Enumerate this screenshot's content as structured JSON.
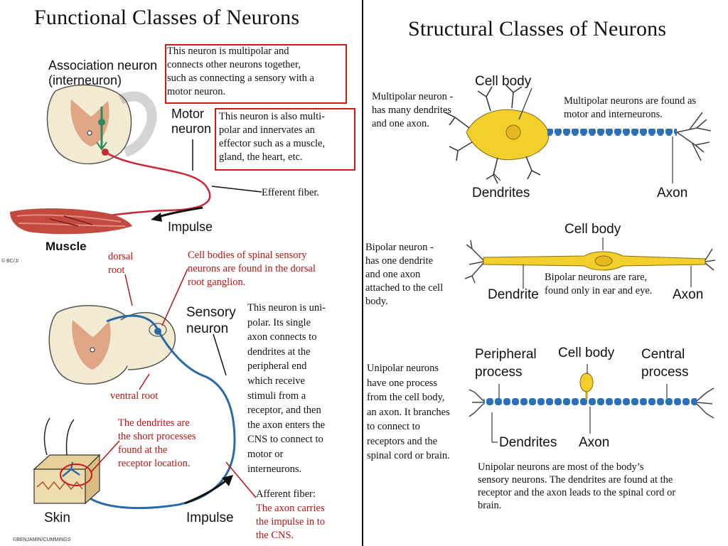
{
  "left": {
    "title": "Functional Classes of Neurons",
    "association_label": "Association neuron\n(interneuron)",
    "association_note": "This neuron is multipolar and\nconnects other neurons together,\nsuch as connecting a sensory with a\nmotor neuron.",
    "motor_label": "Motor\nneuron",
    "motor_note": "This neuron is also multi-\npolar and innervates an\neffector such as a muscle,\ngland, the heart, etc.",
    "efferent_label": "Efferent fiber.",
    "impulse_top": "Impulse",
    "muscle_label": "Muscle",
    "copyright_small": "© BC/J/",
    "dorsal_root": "dorsal\nroot",
    "cell_bodies_note": "Cell bodies of spinal sensory\nneurons are found in the dorsal\nroot ganglion.",
    "sensory_label": "Sensory\nneuron",
    "sensory_note": "This neuron is uni-\npolar.  Its single\naxon connects to\ndendrites at the\nperipheral end\nwhich receive\nstimuli from a\nreceptor, and then\nthe axon enters the\nCNS to connect to\nmotor or\ninterneurons.",
    "ventral_root": "ventral root",
    "dendrites_note": "The dendrites are\nthe short processes\nfound at the\nreceptor location.",
    "skin_label": "Skin",
    "impulse_bottom": "Impulse",
    "afferent_title": "Afferent fiber:",
    "afferent_note": "The axon carries\nthe impulse in to\nthe CNS.",
    "copyright_bottom": "©BENJAMIN/CUMMINGS"
  },
  "right": {
    "title": "Structural Classes of Neurons",
    "multipolar": {
      "cell_body": "Cell body",
      "desc": "Multipolar neuron -\nhas many dendrites\nand one axon.",
      "note": "Multipolar neurons are found as\nmotor and interneurons.",
      "dendrites": "Dendrites",
      "axon": "Axon"
    },
    "bipolar": {
      "cell_body": "Cell body",
      "desc": "Bipolar neuron -\nhas one dendrite\nand one axon\nattached to the cell\nbody.",
      "note": "Bipolar neurons are rare,\nfound only in ear and eye.",
      "dendrite": "Dendrite",
      "axon": "Axon"
    },
    "unipolar": {
      "peripheral": "Peripheral\nprocess",
      "cell_body": "Cell body",
      "central": "Central\nprocess",
      "desc": "Unipolar neurons\nhave one process\nfrom the cell body,\nan axon.  It branches\nto connect to\nreceptors and the\nspinal cord or brain.",
      "dendrites": "Dendrites",
      "axon": "Axon",
      "note": "Unipolar neurons are most of the body’s\nsensory neurons.  The dendrites are found at the\nreceptor and the axon leads to the spinal cord or\nbrain."
    }
  },
  "colors": {
    "accent_red": "#d01818",
    "neuron_yellow": "#f2cf2a",
    "myelin_blue": "#2a6fb8",
    "sensory_blue": "#2b6aa8",
    "motor_red": "#c8283a",
    "muscle": "#c24a3e"
  }
}
